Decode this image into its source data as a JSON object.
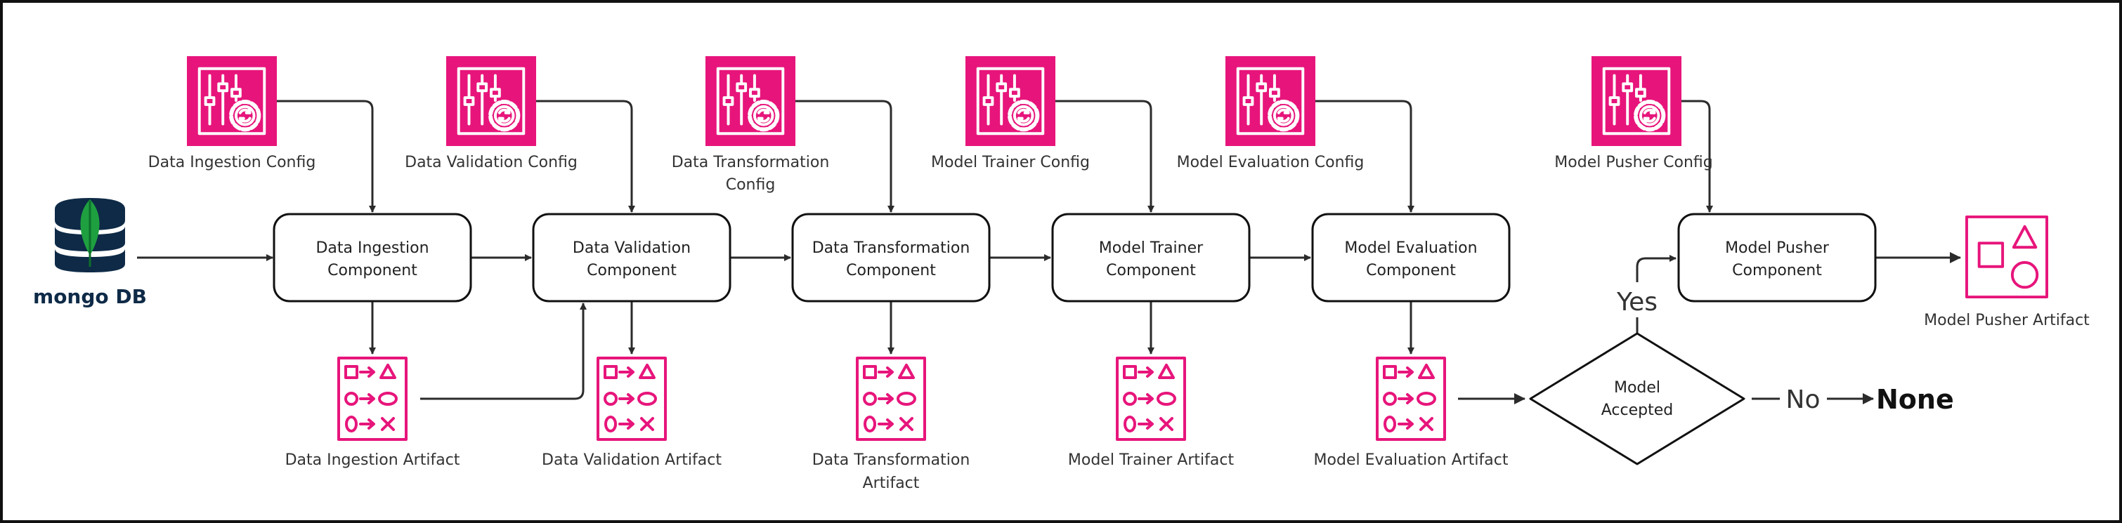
{
  "colors": {
    "accent": "#e7157b",
    "border": "#111111",
    "text": "#333333",
    "database": "#0e2a47",
    "leaf": "#1fa040"
  },
  "icons": {
    "config": "config-sliders-gear-icon",
    "artifact": "artifact-shapes-icon",
    "pusher_artifact": "shapes-icon",
    "source": "mongodb-database-icon"
  },
  "source": {
    "label": "mongo DB"
  },
  "stages": [
    {
      "id": "ingestion",
      "config": [
        "Data Ingestion Config"
      ],
      "component": [
        "Data Ingestion",
        "Component"
      ],
      "artifact": [
        "Data Ingestion Artifact"
      ]
    },
    {
      "id": "validation",
      "config": [
        "Data Validation Config"
      ],
      "component": [
        "Data Validation",
        "Component"
      ],
      "artifact": [
        "Data Validation Artifact"
      ]
    },
    {
      "id": "transformation",
      "config": [
        "Data Transformation",
        "Config"
      ],
      "component": [
        "Data Transformation",
        "Component"
      ],
      "artifact": [
        "Data Transformation",
        "Artifact"
      ]
    },
    {
      "id": "trainer",
      "config": [
        "Model Trainer Config"
      ],
      "component": [
        "Model Trainer",
        "Component"
      ],
      "artifact": [
        "Model Trainer Artifact"
      ]
    },
    {
      "id": "evaluation",
      "config": [
        "Model Evaluation Config"
      ],
      "component": [
        "Model Evaluation",
        "Component"
      ],
      "artifact": [
        "Model Evaluation Artifact"
      ]
    }
  ],
  "decision": {
    "label": [
      "Model",
      "Accepted"
    ],
    "yes": "Yes",
    "no": "No",
    "no_result": "None"
  },
  "pusher": {
    "config": "Model Pusher Config",
    "component": [
      "Model Pusher",
      "Component"
    ],
    "artifact": "Model Pusher Artifact"
  }
}
